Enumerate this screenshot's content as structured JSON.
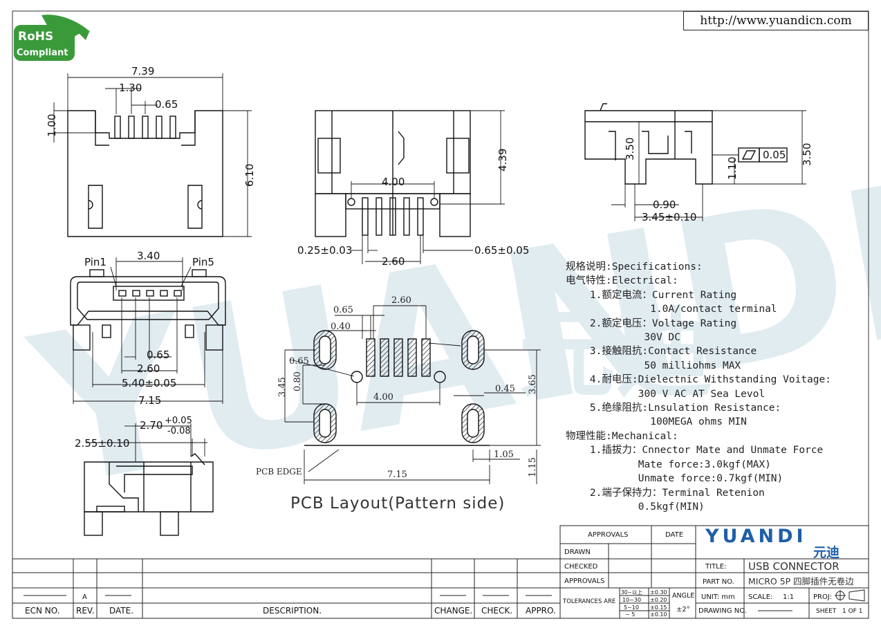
{
  "header": {
    "url": "http://www.yuandicn.com",
    "rohs_line1": "RoHS",
    "rohs_line2": "Compliant"
  },
  "watermark": {
    "brand": "YUANDI",
    "brand_cn": "元迪"
  },
  "dims": {
    "w739": "7.39",
    "w130": "1.30",
    "w065a": "0.65",
    "h100": "1.00",
    "h610": "6.10",
    "h439": "4.39",
    "w400": "4.00",
    "w025": "0.25±0.03",
    "w260a": "2.60",
    "w065b": "0.65±0.05",
    "h350a": "3.50",
    "h350b": "3.50",
    "flat": "0.05",
    "h110": "1.10",
    "w090": "0.90",
    "w345": "3.45±0.10",
    "pin1": "Pin1",
    "w340": "3.40",
    "pin5": "Pin5",
    "w065c": "0.65",
    "w260b": "2.60",
    "w540": "5.40±0.05",
    "w715a": "7.15",
    "w270": "2.70",
    "tolp": "+0.05",
    "tolm": "-0.08",
    "w255": "2.55±0.10"
  },
  "pcb": {
    "title": "PCB Layout(Pattern side)",
    "d065": "0.65",
    "d260": "2.60",
    "d040": "0.40",
    "d065dia": "0.65",
    "d345": "3.45",
    "d080": "0.80",
    "d400": "4.00",
    "d045": "0.45",
    "d365": "3.65",
    "d105": "1.05",
    "d115": "1.15",
    "d715": "7.15",
    "edge": "PCB EDGE"
  },
  "specs": [
    "规格说明:Specifications:",
    "电气特性:Electrical:",
    "    1.额定电流：Current Rating",
    "              1.0A/contact terminal",
    "    2.额定电压：Voltage Rating",
    "             30V DC",
    "    3.接触阻抗:Contact Resistance",
    "             50 milliohms MAX",
    "    4.耐电压:Dielectnic Withstanding Voitage:",
    "            300 V AC AT Sea Levol",
    "    5.绝缘阻抗:Lnsulation Resistance:",
    "              100MEGA ohms MIN",
    "物理性能:Mechanical:",
    "    1.插拔力：Cnnector Mate and Unmate Force",
    "            Mate force:3.0kgf(MAX)",
    "            Unmate force:0.7kgf(MIN)",
    "    2.端子保持力：Terminal Retenion",
    "            0.5kgf(MIN)"
  ],
  "titleblock": {
    "approvals": "APPROVALS",
    "date": "DATE",
    "drawn": "DRAWN",
    "checked": "CHECKED",
    "approvals2": "APPROVALS",
    "tolerances": "TOLERANCES  ARE",
    "tol_r1a": "30~以上",
    "tol_r1b": "±0.30",
    "tol_r2a": "10~30",
    "tol_r2b": "±0.20",
    "tol_r3a": "5~10",
    "tol_r3b": "±0.15",
    "tol_r4a": "~ 5",
    "tol_r4b": "±0.10",
    "angle": "ANGLE",
    "angle_val": "±2°",
    "title_label": "TITLE:",
    "title_val": "USB CONNECTOR",
    "part_label": "PART  NO.",
    "part_val": "MICRO 5P 四脚插件无卷边",
    "unit": "UNIT:  mm",
    "scale_label": "SCALE:",
    "scale_val": "1:1",
    "proj": "PROJ:",
    "drawing_no": "DRAWING  NO.",
    "sheet": "SHEET",
    "sheet_of": "1  OF  1",
    "logo": "YUANDI",
    "logo_cn": "元迪"
  },
  "revision": {
    "ecn": "ECN  NO.",
    "rev": "REV.",
    "date": "DATE.",
    "description": "DESCRIPTION.",
    "change": "CHANGE.",
    "check": "CHECK.",
    "appro": "APPRO.",
    "rev_val": "A"
  },
  "colors": {
    "watermark": "#c9dde6",
    "logo_blue": "#1f5fa8",
    "rohs_green": "#3a9a3a"
  }
}
